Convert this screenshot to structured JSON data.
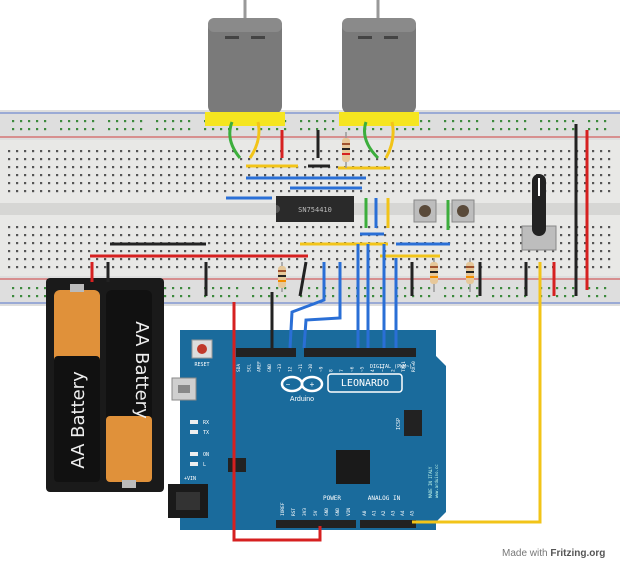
{
  "palette": {
    "board_blue": "#1a6b9c",
    "board_dark": "#0e4a70",
    "breadboard": "#e8e8e6",
    "wire_blue": "#2a6fd6",
    "wire_yellow": "#f2c418",
    "wire_red": "#d62020",
    "wire_green": "#3cae3c",
    "wire_black": "#222222",
    "battery_orange": "#e0913a",
    "motor_gray": "#7a7a7a",
    "motor_mount": "#f5e520"
  },
  "ic": {
    "part_number": "SN754410"
  },
  "battery": {
    "label_1": "AA Battery",
    "label_2": "AA Battery"
  },
  "arduino": {
    "reset_label": "RESET",
    "brand": "Arduino",
    "model": "LEONARDO",
    "digital_label": "DIGITAL (PWM~)",
    "power_label": "POWER",
    "analog_label": "ANALOG IN",
    "icsp_label": "ICSP",
    "rx_label": "RX",
    "tx_label": "TX",
    "on_label": "ON",
    "l_label": "L",
    "vin_label": "+VIN",
    "made_in": "MADE IN ITALY",
    "site": "www.arduino.cc",
    "top_pins": [
      "SDA",
      "SCL",
      "AREF",
      "GND",
      "~13",
      "12",
      "~11",
      "~10",
      "~9",
      "8",
      "7",
      "~6",
      "~5",
      "4",
      "~3",
      "2",
      "TX▸1",
      "RX◂0"
    ],
    "power_pins": [
      "IOREF",
      "RST",
      "3V3",
      "5V",
      "GND",
      "GND",
      "VIN"
    ],
    "analog_pins": [
      "A0",
      "A1",
      "A2",
      "A3",
      "A4",
      "A5"
    ]
  },
  "credit": {
    "made_with": "Made with",
    "brand": "Fritzing.org"
  }
}
